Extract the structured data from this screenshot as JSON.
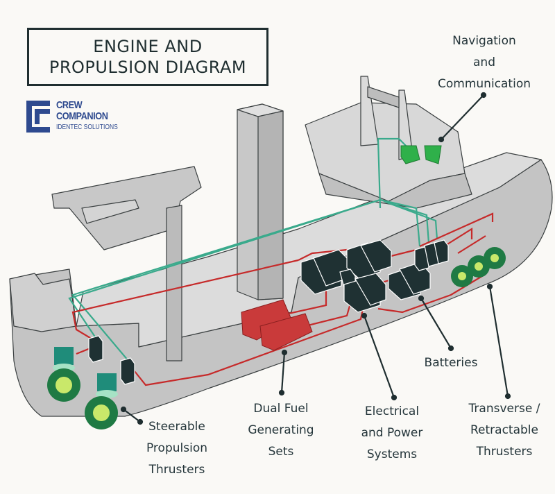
{
  "title": {
    "line1": "ENGINE AND",
    "line2": "PROPULSION DIAGRAM"
  },
  "logo": {
    "name_line1": "CREW",
    "name_line2": "COMPANION",
    "tagline": "IDENTEC SOLUTIONS",
    "color": "#2e4a8f"
  },
  "labels": {
    "navigation": [
      "Navigation",
      "and",
      "Communication"
    ],
    "steerable": [
      "Steerable",
      "Propulsion",
      "Thrusters"
    ],
    "dual_fuel": [
      "Dual Fuel",
      "Generating",
      "Sets"
    ],
    "electrical": [
      "Electrical",
      "and Power",
      "Systems"
    ],
    "batteries": [
      "Batteries"
    ],
    "transverse": [
      "Transverse /",
      "Retractable",
      "Thrusters"
    ]
  },
  "colors": {
    "background": "#faf9f6",
    "hull": "#c4c4c4",
    "deck": "#dcdcdc",
    "power_cable": "#c62a2a",
    "data_cable": "#3aaa8c",
    "equipment": "#1f3133",
    "generator": "#c93a3a",
    "thruster": "#1f7a44",
    "nav_console": "#2fb04a",
    "leader_line": "#1f2e30"
  }
}
